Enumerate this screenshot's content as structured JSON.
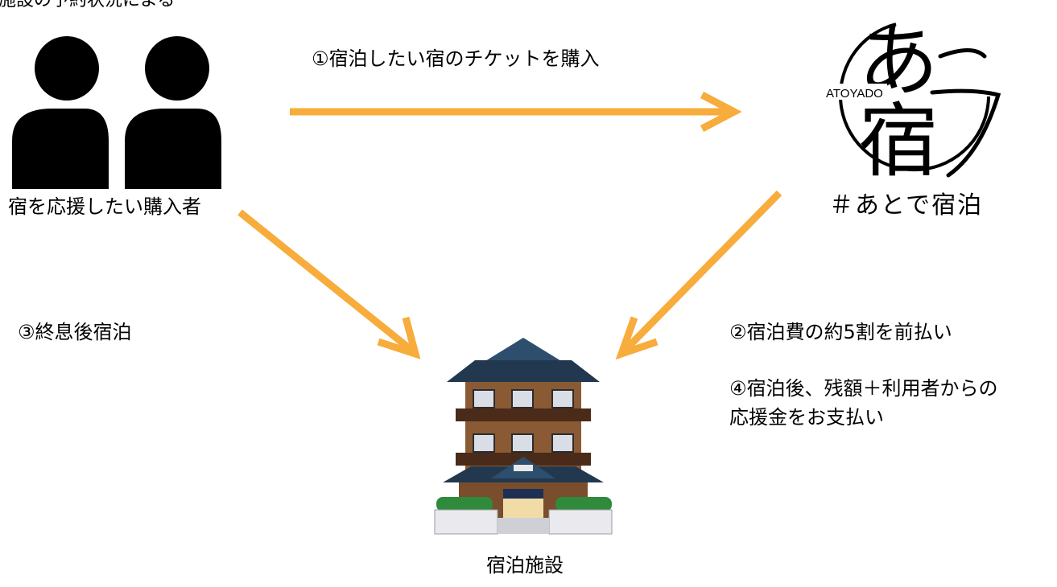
{
  "header_fragment": "施設の予約状況による",
  "buyer_label": "宿を応援したい購入者",
  "step1": "①宿泊したい宿のチケットを購入",
  "step2": "②宿泊費の約5割を前払い",
  "step3": "③終息後宿泊",
  "step4_line1": "④宿泊後、残額＋利用者からの",
  "step4_line2": "応援金をお支払い",
  "facility_label": "宿泊施設",
  "logo": {
    "brand_text": "ATOYADO",
    "tagline": "＃あとで宿泊",
    "mark_chars": [
      "あ",
      "と",
      "宿"
    ]
  },
  "colors": {
    "arrow": "#f7ac3c",
    "icon": "#000000"
  }
}
